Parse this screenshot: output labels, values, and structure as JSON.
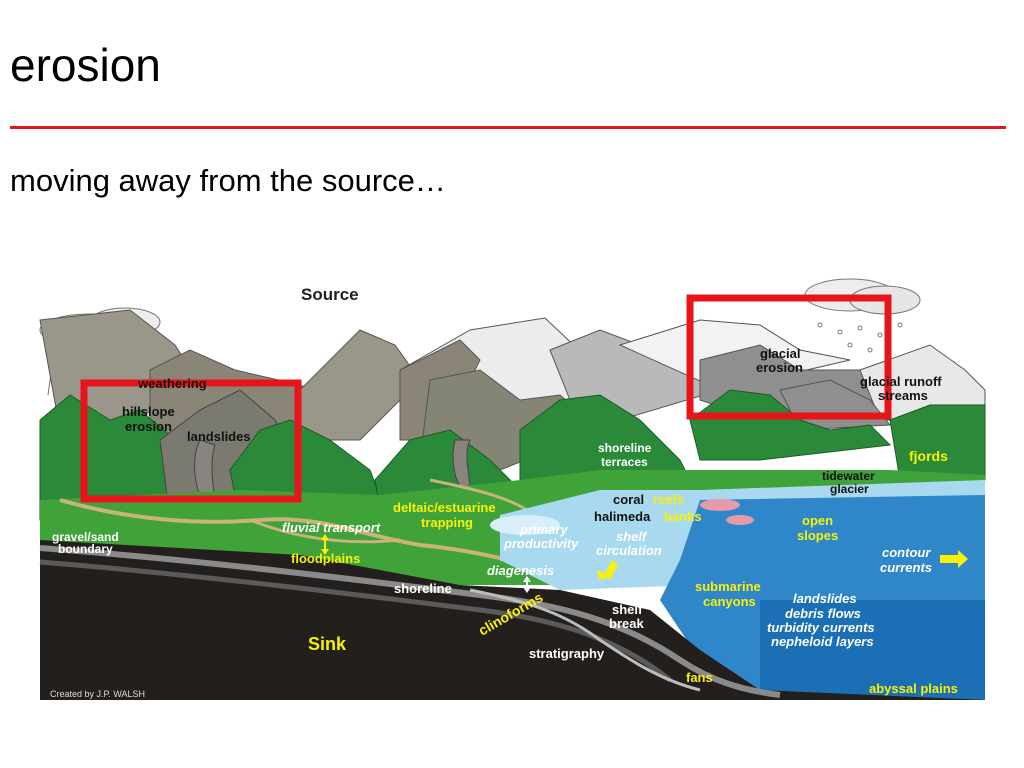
{
  "slide": {
    "title": "erosion",
    "subtitle": "moving away from the source…"
  },
  "colors": {
    "rule": "#e8141b",
    "highlight_box": "#e8141b",
    "label_yellow": "#f7f10a",
    "label_white": "#ffffff",
    "label_dark": "#111111"
  },
  "diagram": {
    "labels": {
      "source": "Source",
      "weathering": "weathering",
      "hillslope_erosion_1": "hillslope",
      "hillslope_erosion_2": "erosion",
      "landslides_land": "landslides",
      "gravel_sand_1": "gravel/sand",
      "gravel_sand_2": "boundary",
      "fluvial_transport": "fluvial transport",
      "floodplains": "floodplains",
      "deltaic_1": "deltaic/estuarine",
      "deltaic_2": "trapping",
      "primary_1": "primary",
      "primary_2": "productivity",
      "shelf_circ_1": "shelf",
      "shelf_circ_2": "circulation",
      "shoreline_terraces_1": "shoreline",
      "shoreline_terraces_2": "terraces",
      "coral": "coral",
      "reefs": "reefs",
      "halimeda": "halimeda",
      "banks": "banks",
      "glacial_erosion_1": "glacial",
      "glacial_erosion_2": "erosion",
      "glacial_runoff_1": "glacial runoff",
      "glacial_runoff_2": "streams",
      "fjords": "fjords",
      "tidewater_1": "tidewater",
      "tidewater_2": "glacier",
      "open_slopes_1": "open",
      "open_slopes_2": "slopes",
      "contour_1": "contour",
      "contour_2": "currents",
      "diagenesis": "diagenesis",
      "shoreline": "shoreline",
      "clinoforms": "clinoforms",
      "shelf_break_1": "shelf",
      "shelf_break_2": "break",
      "submarine_1": "submarine",
      "submarine_2": "canyons",
      "landslides_sea": "landslides",
      "debris_flows": "debris flows",
      "turbidity": "turbidity currents",
      "nepheloid": "nepheloid layers",
      "sink": "Sink",
      "stratigraphy": "stratigraphy",
      "fans": "fans",
      "abyssal": "abyssal plains",
      "credit": "Created by J.P. WALSH"
    }
  }
}
